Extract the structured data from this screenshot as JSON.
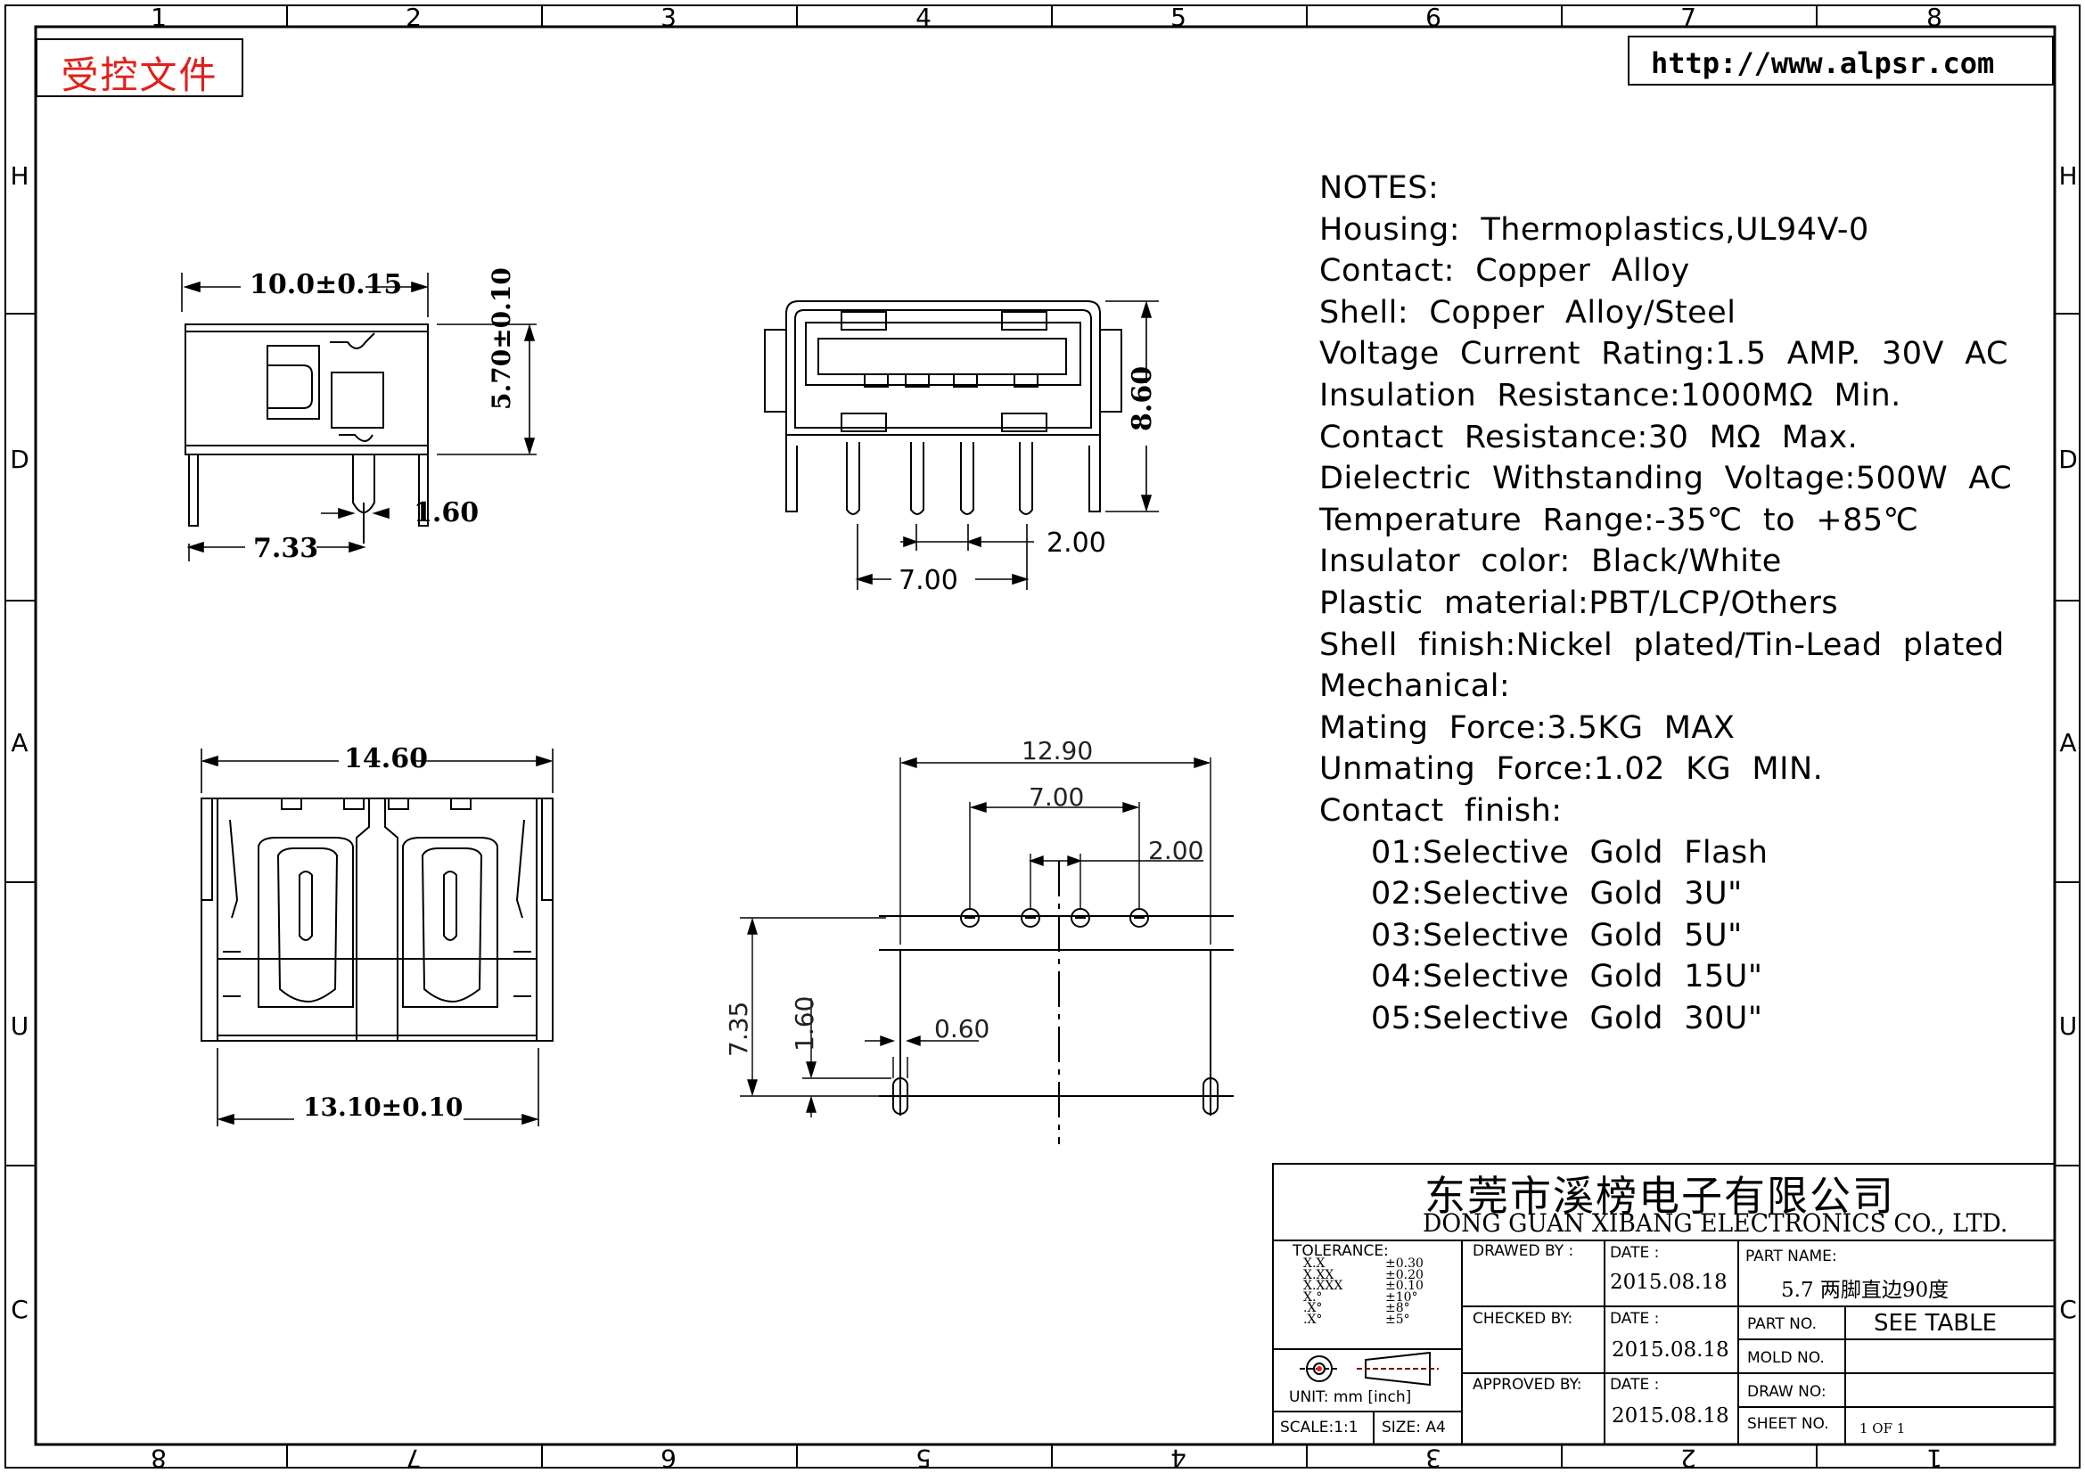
{
  "stamp": {
    "label": "受控文件",
    "color": "#e0201b"
  },
  "website": "http://www.alpsr.com",
  "zones": {
    "top": [
      "1",
      "2",
      "3",
      "4",
      "5",
      "6",
      "7",
      "8"
    ],
    "bottom": [
      "8",
      "7",
      "6",
      "5",
      "4",
      "3",
      "2",
      "1"
    ],
    "side": [
      "H",
      "D",
      "A",
      "U",
      "C"
    ]
  },
  "dimensions": {
    "side_width": "10.0±0.15",
    "side_height": "5.70±0.10",
    "pin_gap": "1.60",
    "pin_offset": "7.33",
    "front_height": "8.60",
    "front_pitch": "2.00",
    "front_span": "7.00",
    "bottom_width": "14.60",
    "bottom_base": "13.10±0.10",
    "pcb_width": "12.90",
    "pcb_span": "7.00",
    "pcb_pitch": "2.00",
    "pcb_depth": "7.35",
    "pcb_row": "1.60",
    "pcb_slot": "0.60"
  },
  "notes": [
    {
      "text": "NOTES:",
      "indent": false
    },
    {
      "text": "Housing:  Thermoplastics,UL94V-0",
      "indent": false
    },
    {
      "text": "Contact:  Copper  Alloy",
      "indent": false
    },
    {
      "text": "Shell:  Copper  Alloy/Steel",
      "indent": false
    },
    {
      "text": "Voltage  Current  Rating:1.5  AMP.  30V  AC",
      "indent": false
    },
    {
      "text": "Insulation  Resistance:1000MΩ  Min.",
      "indent": false
    },
    {
      "text": "Contact  Resistance:30  MΩ  Max.",
      "indent": false
    },
    {
      "text": "Dielectric  Withstanding  Voltage:500W  AC",
      "indent": false
    },
    {
      "text": "Temperature  Range:-35℃  to  +85℃",
      "indent": false
    },
    {
      "text": "Insulator  color:  Black/White",
      "indent": false
    },
    {
      "text": "Plastic  material:PBT/LCP/Others",
      "indent": false
    },
    {
      "text": "Shell  finish:Nickel  plated/Tin-Lead  plated",
      "indent": false
    },
    {
      "text": "Mechanical:",
      "indent": false
    },
    {
      "text": "Mating  Force:3.5KG  MAX",
      "indent": false
    },
    {
      "text": "Unmating  Force:1.02  KG  MIN.",
      "indent": false
    },
    {
      "text": "Contact  finish:",
      "indent": false
    },
    {
      "text": "01:Selective  Gold  Flash",
      "indent": true
    },
    {
      "text": "02:Selective  Gold  3U\"",
      "indent": true
    },
    {
      "text": "03:Selective  Gold  5U\"",
      "indent": true
    },
    {
      "text": "04:Selective  Gold  15U\"",
      "indent": true
    },
    {
      "text": "05:Selective  Gold  30U\"",
      "indent": true
    }
  ],
  "title_block": {
    "company_cn": "东莞市溪榜电子有限公司",
    "company_en": "DONG  GUAN  XIBANG  ELECTRONICS  CO.,  LTD.",
    "tolerance_label": "TOLERANCE:",
    "tolerance_rows": [
      {
        "k": "X.X",
        "v": "±0.30"
      },
      {
        "k": "X.XX",
        "v": "±0.20"
      },
      {
        "k": "X.XXX",
        "v": "±0.10"
      },
      {
        "k": "X.°",
        "v": "±10°"
      },
      {
        "k": ".X°",
        "v": "±8°"
      },
      {
        "k": ".X°",
        "v": "±5°"
      }
    ],
    "unit_label": "UNIT:  mm  [inch]",
    "scale_label": "SCALE:1:1",
    "size_label": "SIZE:  A4",
    "drawn_by_label": "DRAWED  BY :",
    "checked_by_label": "CHECKED  BY:",
    "approved_by_label": "APPROVED  BY:",
    "date_label": "DATE  :",
    "drawn_date": "2015.08.18",
    "checked_date": "2015.08.18",
    "approved_date": "2015.08.18",
    "part_name_label": "PART  NAME:",
    "part_name": "5.7  两脚直边90度",
    "part_no_label": "PART  NO.",
    "part_no": "SEE  TABLE",
    "mold_no_label": "MOLD  NO.",
    "draw_no_label": "DRAW  NO:",
    "sheet_no_label": "SHEET  NO.",
    "sheet_no": "1  OF  1"
  }
}
